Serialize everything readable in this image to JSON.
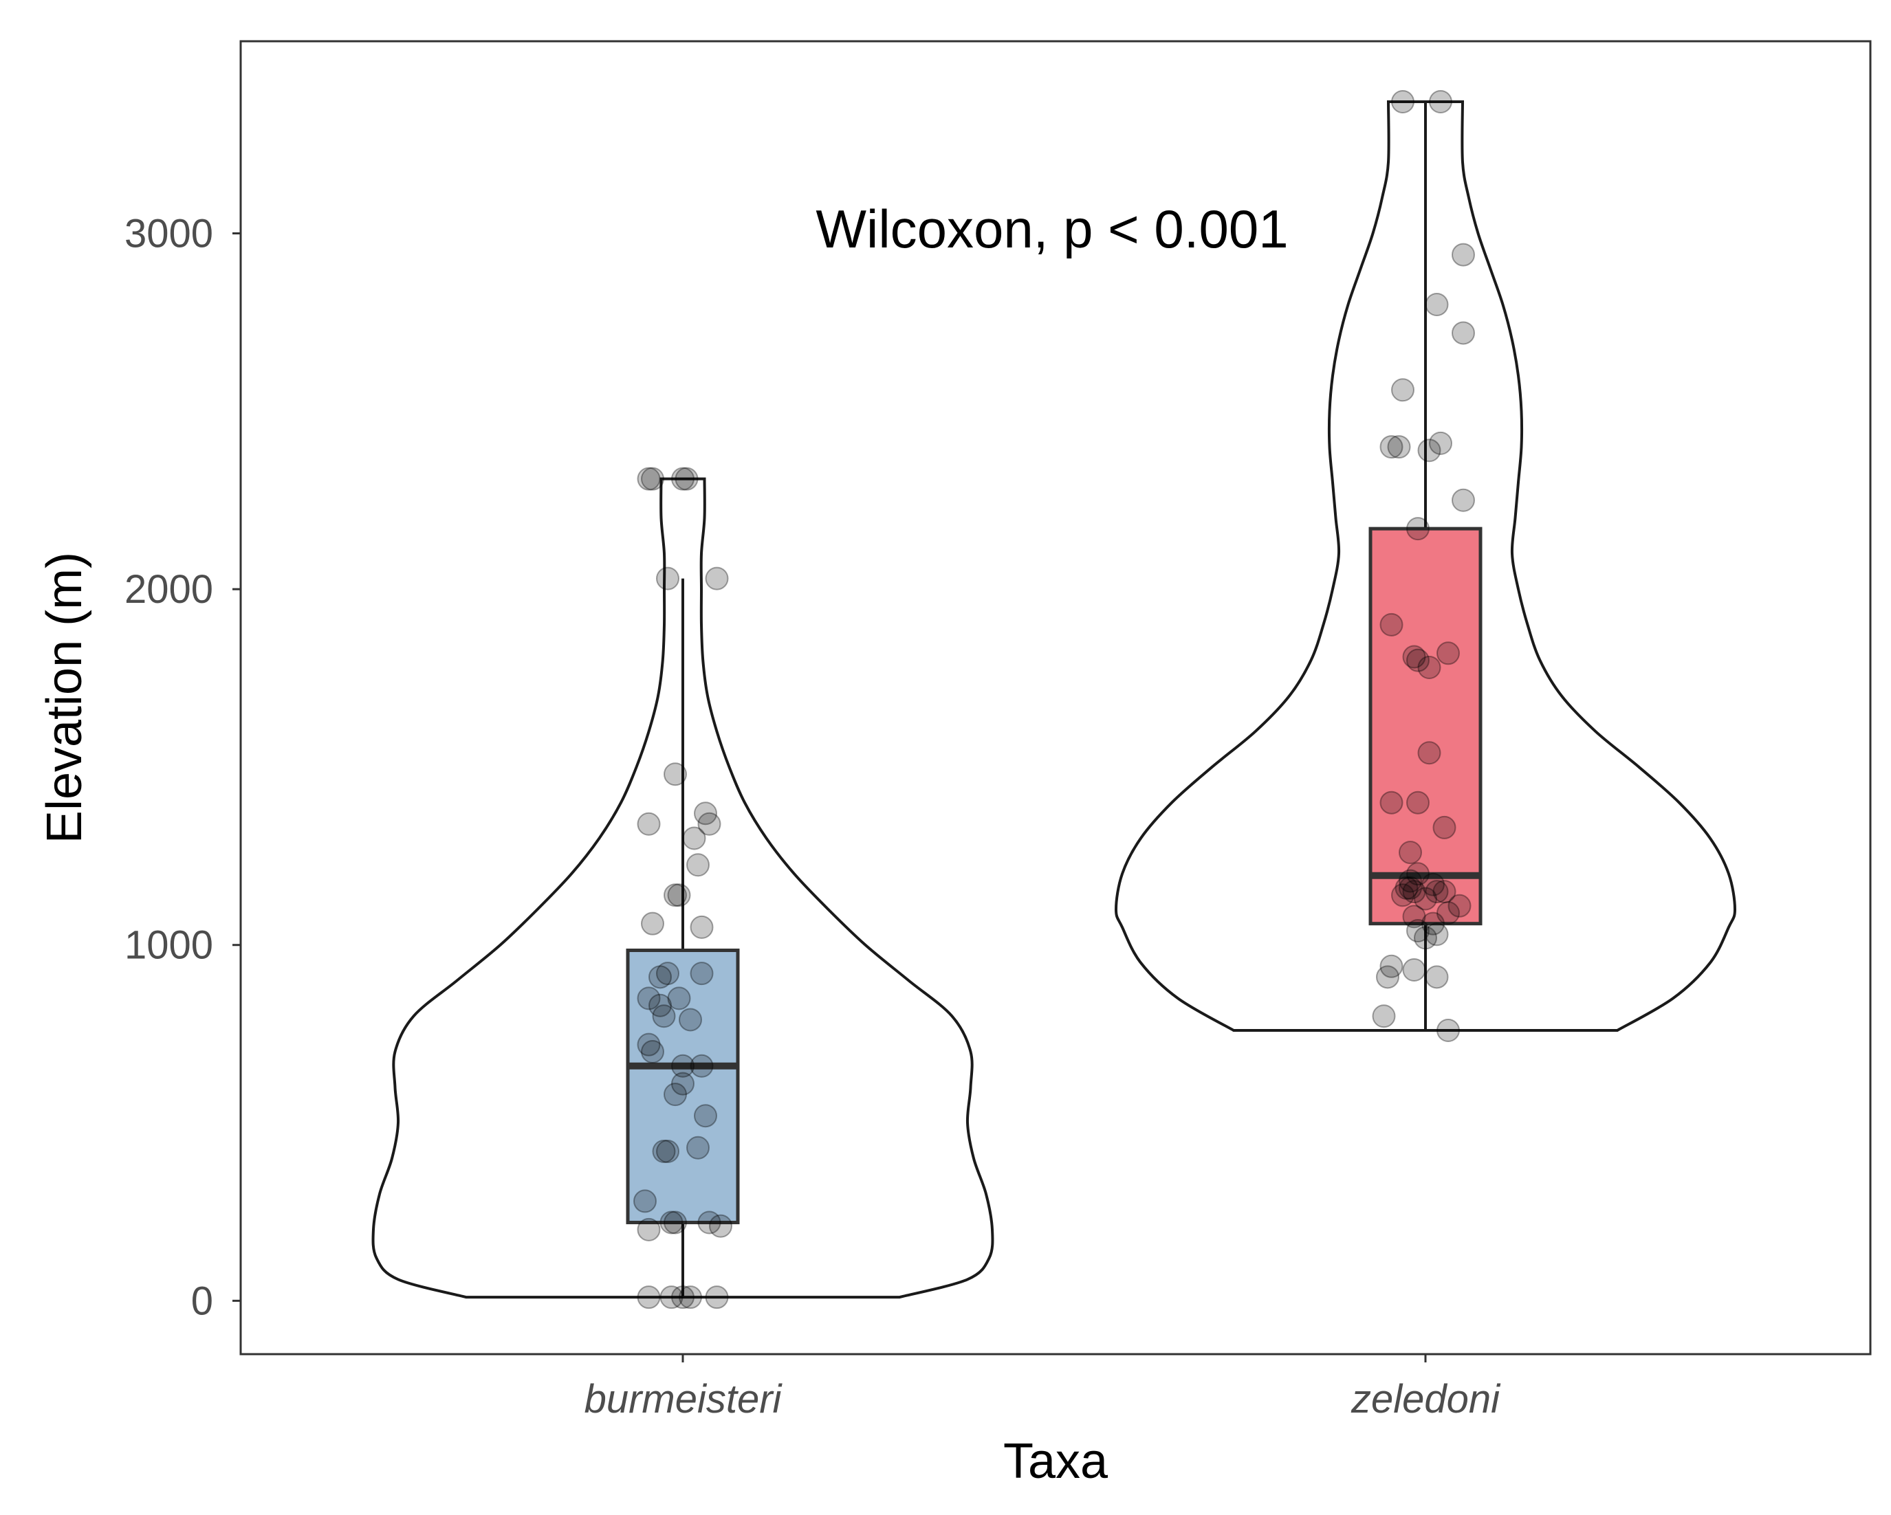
{
  "chart_data": {
    "type": "violin",
    "xlabel": "Taxa",
    "ylabel": "Elevation (m)",
    "ylim": [
      -150,
      3540
    ],
    "y_ticks": [
      0,
      1000,
      2000,
      3000
    ],
    "y_tick_labels": [
      "0",
      "1000",
      "2000",
      "3000"
    ],
    "annotation": "Wilcoxon, p < 0.001",
    "grid": false,
    "legend": "none",
    "categories": [
      {
        "name": "burmeisteri",
        "fill": "#9ebcd6",
        "box": {
          "q1": 220,
          "median": 660,
          "q3": 985,
          "whisker_low": 10,
          "whisker_high": 2030
        },
        "violin": {
          "min": 10,
          "max": 2310,
          "profile": [
            [
              10,
              0.7
            ],
            [
              60,
              0.92
            ],
            [
              120,
              0.99
            ],
            [
              200,
              1.0
            ],
            [
              300,
              0.98
            ],
            [
              400,
              0.94
            ],
            [
              500,
              0.92
            ],
            [
              600,
              0.93
            ],
            [
              700,
              0.93
            ],
            [
              800,
              0.87
            ],
            [
              900,
              0.73
            ],
            [
              1000,
              0.59
            ],
            [
              1100,
              0.47
            ],
            [
              1200,
              0.36
            ],
            [
              1300,
              0.27
            ],
            [
              1400,
              0.2
            ],
            [
              1500,
              0.15
            ],
            [
              1600,
              0.11
            ],
            [
              1700,
              0.08
            ],
            [
              1800,
              0.065
            ],
            [
              1900,
              0.06
            ],
            [
              2000,
              0.06
            ],
            [
              2100,
              0.06
            ],
            [
              2200,
              0.07
            ],
            [
              2310,
              0.07
            ]
          ]
        },
        "points": [
          [
            2310,
            -0.8
          ],
          [
            2310,
            -0.9
          ],
          [
            2310,
            0.0
          ],
          [
            2310,
            0.1
          ],
          [
            2030,
            -0.4
          ],
          [
            2030,
            0.9
          ],
          [
            1480,
            -0.2
          ],
          [
            1370,
            0.6
          ],
          [
            1340,
            0.7
          ],
          [
            1340,
            -0.9
          ],
          [
            1300,
            0.3
          ],
          [
            1225,
            0.4
          ],
          [
            1140,
            -0.2
          ],
          [
            1140,
            -0.1
          ],
          [
            1060,
            -0.8
          ],
          [
            1050,
            0.5
          ],
          [
            920,
            0.5
          ],
          [
            920,
            -0.4
          ],
          [
            910,
            -0.6
          ],
          [
            850,
            -0.9
          ],
          [
            850,
            -0.1
          ],
          [
            830,
            -0.6
          ],
          [
            800,
            -0.5
          ],
          [
            790,
            0.2
          ],
          [
            720,
            -0.9
          ],
          [
            700,
            -0.8
          ],
          [
            660,
            0.0
          ],
          [
            660,
            0.5
          ],
          [
            610,
            0.0
          ],
          [
            580,
            -0.2
          ],
          [
            520,
            0.6
          ],
          [
            430,
            0.4
          ],
          [
            420,
            -0.5
          ],
          [
            420,
            -0.4
          ],
          [
            280,
            -1.0
          ],
          [
            220,
            -0.3
          ],
          [
            220,
            -0.2
          ],
          [
            220,
            0.7
          ],
          [
            210,
            1.0
          ],
          [
            200,
            -0.9
          ],
          [
            10,
            -0.9
          ],
          [
            10,
            0.0
          ],
          [
            10,
            0.2
          ],
          [
            10,
            -0.3
          ],
          [
            10,
            0.9
          ]
        ]
      },
      {
        "name": "zeledoni",
        "fill": "#f07884",
        "box": {
          "q1": 1060,
          "median": 1195,
          "q3": 2170,
          "whisker_low": 760,
          "whisker_high": 3370
        },
        "violin": {
          "min": 760,
          "max": 3370,
          "profile": [
            [
              760,
              0.62
            ],
            [
              850,
              0.8
            ],
            [
              950,
              0.92
            ],
            [
              1050,
              0.98
            ],
            [
              1100,
              1.0
            ],
            [
              1200,
              0.98
            ],
            [
              1300,
              0.92
            ],
            [
              1400,
              0.82
            ],
            [
              1500,
              0.69
            ],
            [
              1600,
              0.55
            ],
            [
              1700,
              0.44
            ],
            [
              1800,
              0.37
            ],
            [
              1900,
              0.33
            ],
            [
              2000,
              0.3
            ],
            [
              2100,
              0.28
            ],
            [
              2200,
              0.29
            ],
            [
              2300,
              0.3
            ],
            [
              2400,
              0.31
            ],
            [
              2500,
              0.31
            ],
            [
              2600,
              0.3
            ],
            [
              2700,
              0.28
            ],
            [
              2800,
              0.25
            ],
            [
              2900,
              0.21
            ],
            [
              3000,
              0.17
            ],
            [
              3100,
              0.14
            ],
            [
              3200,
              0.12
            ],
            [
              3370,
              0.12
            ]
          ]
        },
        "points": [
          [
            3370,
            -0.6
          ],
          [
            3370,
            0.4
          ],
          [
            2940,
            1.0
          ],
          [
            2800,
            0.3
          ],
          [
            2720,
            1.0
          ],
          [
            2560,
            -0.6
          ],
          [
            2410,
            0.4
          ],
          [
            2400,
            -0.9
          ],
          [
            2400,
            -0.7
          ],
          [
            2390,
            0.1
          ],
          [
            2250,
            1.0
          ],
          [
            2170,
            -0.2
          ],
          [
            1900,
            -0.9
          ],
          [
            1820,
            0.6
          ],
          [
            1810,
            -0.3
          ],
          [
            1800,
            -0.2
          ],
          [
            1780,
            0.1
          ],
          [
            1540,
            0.1
          ],
          [
            1400,
            -0.9
          ],
          [
            1400,
            -0.2
          ],
          [
            1330,
            0.5
          ],
          [
            1260,
            -0.4
          ],
          [
            1200,
            -0.2
          ],
          [
            1180,
            -0.4
          ],
          [
            1170,
            0.2
          ],
          [
            1160,
            -0.5
          ],
          [
            1160,
            -0.4
          ],
          [
            1150,
            0.3
          ],
          [
            1150,
            0.5
          ],
          [
            1150,
            -0.3
          ],
          [
            1140,
            -0.6
          ],
          [
            1130,
            0.0
          ],
          [
            1110,
            0.9
          ],
          [
            1090,
            0.6
          ],
          [
            1080,
            -0.3
          ],
          [
            1060,
            0.2
          ],
          [
            1040,
            -0.2
          ],
          [
            1030,
            0.3
          ],
          [
            1020,
            0.0
          ],
          [
            940,
            -0.9
          ],
          [
            930,
            -0.3
          ],
          [
            910,
            0.3
          ],
          [
            910,
            -1.0
          ],
          [
            800,
            -1.1
          ],
          [
            760,
            0.6
          ]
        ]
      }
    ]
  }
}
